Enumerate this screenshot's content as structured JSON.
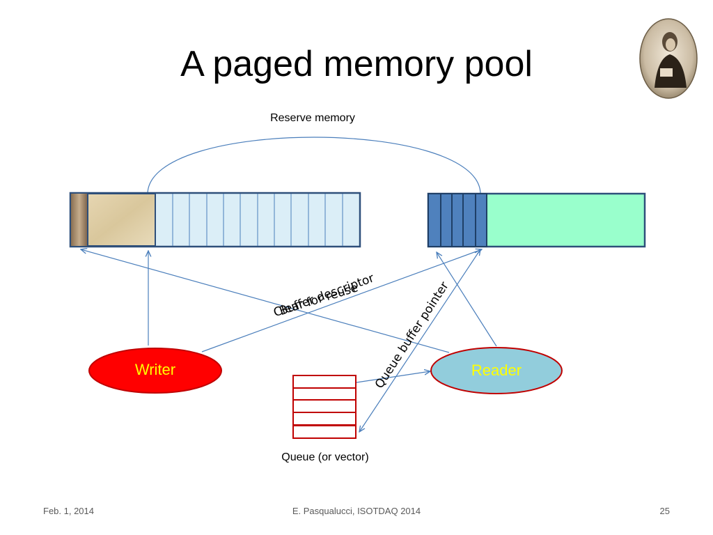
{
  "slide": {
    "title": "A paged memory pool",
    "page_number": "25"
  },
  "diagram": {
    "labels": {
      "reserve_memory": "Reserve memory",
      "buffer_descriptor": "Buffer descriptor",
      "clear_for_reuse": "Clear for reuse",
      "queue_buffer_pointer": "Queue buffer pointer",
      "queue": "Queue (or vector)"
    },
    "nodes": {
      "writer": "Writer",
      "reader": "Reader"
    },
    "colors": {
      "arrow": "#4a7ebb",
      "pool_fill": "#dbeef7",
      "pool_stroke": "#2e4f7a",
      "page_dark": "#4f81bd",
      "free_fill": "#99ffcc",
      "writer_fill": "#ff0000",
      "reader_fill": "#92cddc",
      "node_text": "#ffff00",
      "queue_stroke": "#c00000"
    }
  },
  "footer": {
    "date": "Feb. 1, 2014",
    "author": "E. Pasqualucci, ISOTDAQ 2014"
  }
}
